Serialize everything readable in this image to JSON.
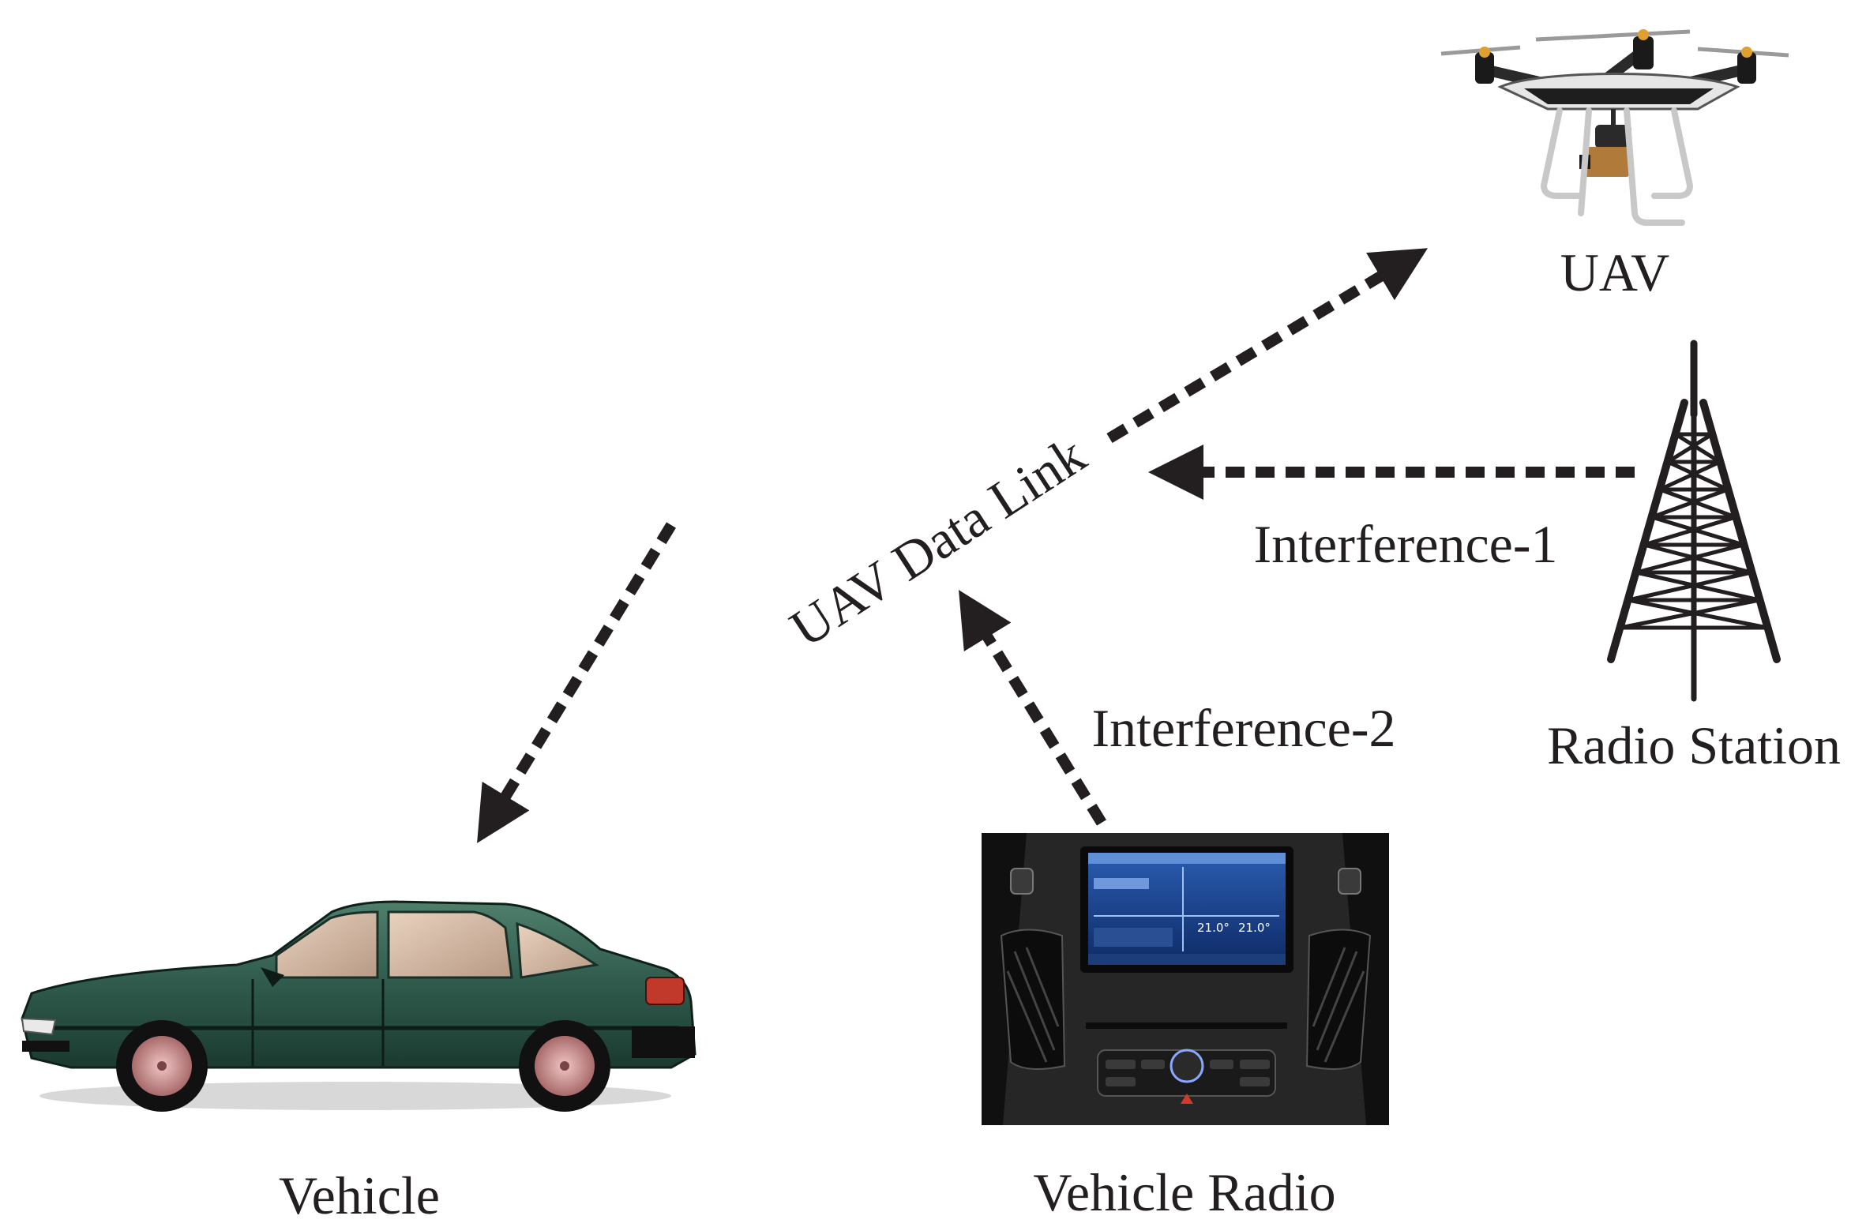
{
  "labels": {
    "uav": "UAV",
    "radio_station": "Radio Station",
    "vehicle": "Vehicle",
    "vehicle_radio": "Vehicle Radio",
    "uav_data_link": "UAV Data Link",
    "interference_1": "Interference-1",
    "interference_2": "Interference-2"
  },
  "radio_display": {
    "temp_left": "21.0°",
    "temp_right": "21.0°"
  },
  "colors": {
    "arrow": "#231f20",
    "text": "#231f20",
    "car_body": "#2f5a4c",
    "drone_body": "#1e1e1e",
    "tower": "#231f20"
  }
}
